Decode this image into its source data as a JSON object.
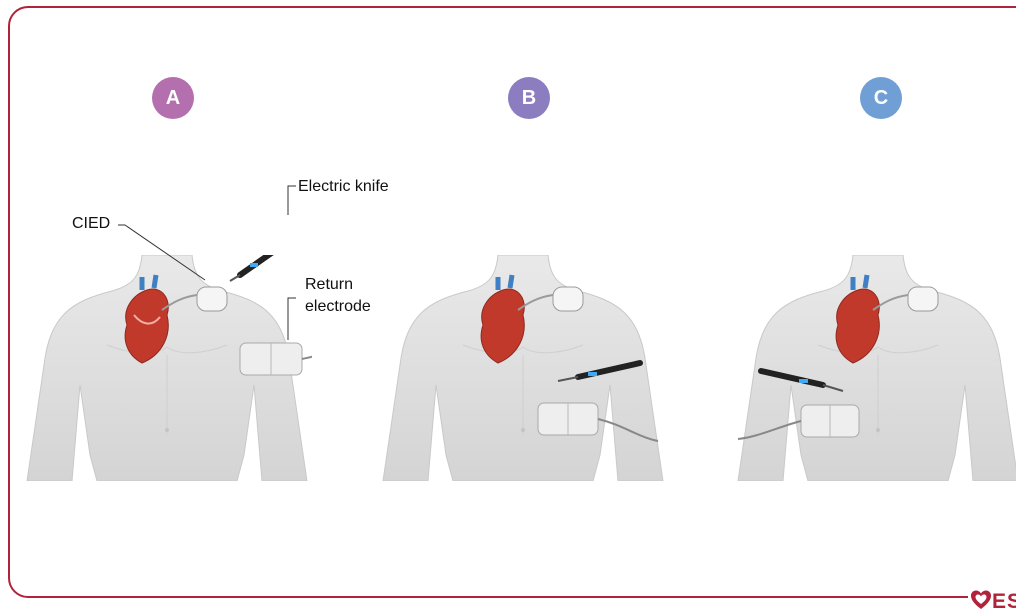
{
  "panels": [
    {
      "badge": "A",
      "color": "#b36fae"
    },
    {
      "badge": "B",
      "color": "#8c7dc0"
    },
    {
      "badge": "C",
      "color": "#6f9fd4"
    }
  ],
  "labels": {
    "cied": "CIED",
    "electric_knife": "Electric knife",
    "return_electrode_line1": "Return",
    "return_electrode_line2": "electrode"
  },
  "logo": {
    "text": "ESC",
    "color": "#b0233a"
  },
  "colors": {
    "frame": "#b0233a",
    "body": "#e3e3e3",
    "heart": "#c0392b"
  }
}
